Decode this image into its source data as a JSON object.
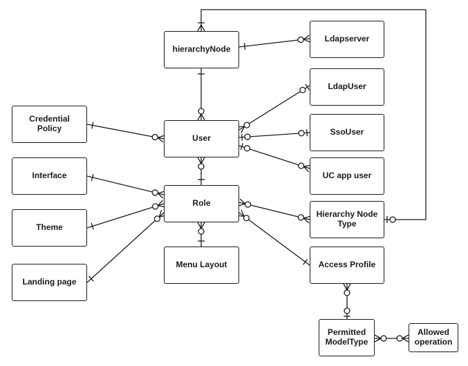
{
  "diagram": {
    "entities": [
      {
        "id": "hierarchyNode",
        "label": "hierarchyNode"
      },
      {
        "id": "ldapserver",
        "label": "Ldapserver"
      },
      {
        "id": "ldapuser",
        "label": "LdapUser"
      },
      {
        "id": "credential",
        "label": "Credential\nPolicy"
      },
      {
        "id": "user",
        "label": "User"
      },
      {
        "id": "ssouser",
        "label": "SsoUser"
      },
      {
        "id": "ucapp",
        "label": "UC app user"
      },
      {
        "id": "interface",
        "label": "Interface"
      },
      {
        "id": "role",
        "label": "Role"
      },
      {
        "id": "hnt",
        "label": "Hierarchy Node\nType"
      },
      {
        "id": "theme",
        "label": "Theme"
      },
      {
        "id": "menulayout",
        "label": "Menu Layout"
      },
      {
        "id": "access",
        "label": "Access Profile"
      },
      {
        "id": "landing",
        "label": "Landing page"
      },
      {
        "id": "pmt",
        "label": "Permitted\nModelType"
      },
      {
        "id": "allowed",
        "label": "Allowed\noperation"
      }
    ],
    "relationships": [
      {
        "from": "hierarchyNode",
        "to": "user",
        "from_end": "one",
        "to_end": "zero-many"
      },
      {
        "from": "hierarchyNode",
        "to": "ldapserver",
        "from_end": "one",
        "to_end": "zero-many"
      },
      {
        "from": "user",
        "to": "ldapuser",
        "from_end": "zero-many",
        "to_end": "zero-one"
      },
      {
        "from": "user",
        "to": "ssouser",
        "from_end": "zero-one",
        "to_end": "zero-one"
      },
      {
        "from": "user",
        "to": "ucapp",
        "from_end": "zero-one",
        "to_end": "zero-many"
      },
      {
        "from": "credential",
        "to": "user",
        "from_end": "one",
        "to_end": "zero-many"
      },
      {
        "from": "user",
        "to": "role",
        "from_end": "zero-many",
        "to_end": "one"
      },
      {
        "from": "interface",
        "to": "role",
        "from_end": "one",
        "to_end": "zero-many"
      },
      {
        "from": "theme",
        "to": "role",
        "from_end": "one",
        "to_end": "zero-many"
      },
      {
        "from": "landing",
        "to": "role",
        "from_end": "one",
        "to_end": "zero-many"
      },
      {
        "from": "role",
        "to": "menulayout",
        "from_end": "zero-many",
        "to_end": "one"
      },
      {
        "from": "role",
        "to": "hnt",
        "from_end": "zero-many",
        "to_end": "zero-many"
      },
      {
        "from": "role",
        "to": "access",
        "from_end": "zero-many",
        "to_end": "one"
      },
      {
        "from": "hnt",
        "to": "hierarchyNode",
        "from_end": "zero-one",
        "to_end": "one-many"
      },
      {
        "from": "access",
        "to": "pmt",
        "from_end": "zero-many",
        "to_end": "zero-one"
      },
      {
        "from": "pmt",
        "to": "allowed",
        "from_end": "zero-many",
        "to_end": "zero-many"
      }
    ]
  }
}
